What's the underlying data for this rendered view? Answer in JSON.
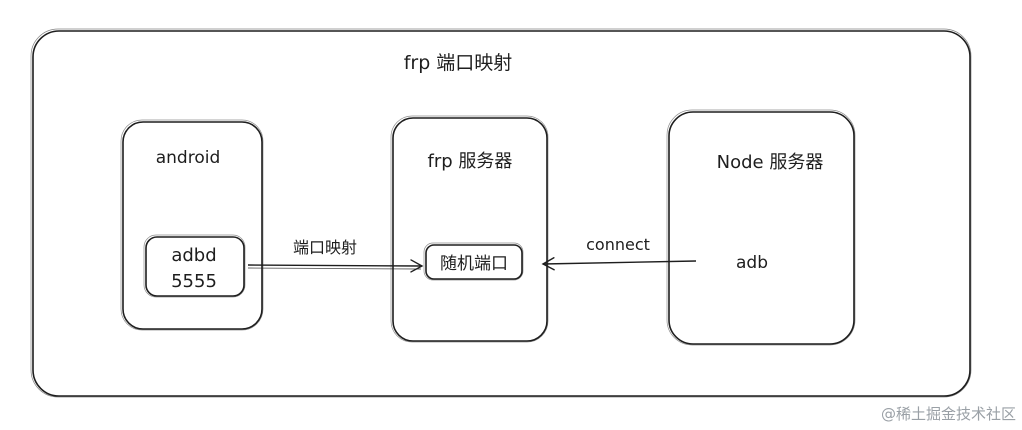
{
  "diagram": {
    "title": "frp 端口映射",
    "android": {
      "label": "android",
      "inner_label_1": "adbd",
      "inner_label_2": "5555"
    },
    "frp_server": {
      "label": "frp 服务器",
      "port_label": "随机端口"
    },
    "node_server": {
      "label": "Node 服务器",
      "adb_label": "adb"
    },
    "arrows": {
      "port_mapping_label": "端口映射",
      "connect_label": "connect"
    }
  },
  "watermark": "@稀土掘金技术社区",
  "colors": {
    "stroke": "#1e1e1e",
    "background": "#ffffff",
    "watermark": "#9aa0a6"
  }
}
